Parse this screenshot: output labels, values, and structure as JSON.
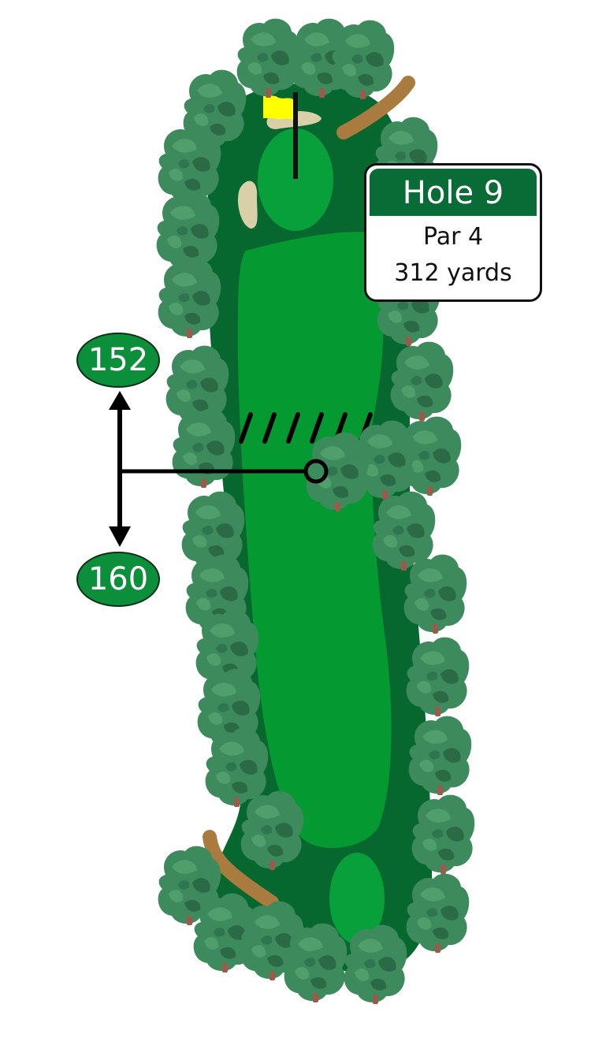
{
  "hole_card": {
    "title": "Hole 9",
    "par": "Par 4",
    "length": "312 yards"
  },
  "yardage_markers": {
    "upper": "152",
    "lower": "160"
  },
  "colors": {
    "rough": "#06682f",
    "fairway": "#059932",
    "green": "#07a03a",
    "bunker": "#d9cfa9",
    "cart_path": "#a97b3e",
    "tree_base": "#3d8a5c",
    "tree_light": "#4f9e6c",
    "tree_dark": "#2a6a45",
    "trunk": "#9a5a4c",
    "flag": "#ffff00",
    "card_header": "#096b35",
    "marker_fill": "#0c8f3a"
  },
  "icons": {
    "flag": "pin-flag-icon",
    "hazard_line": "hazard-hatch-icon",
    "target_point": "target-circle-icon",
    "arrow_up": "arrow-up-icon",
    "arrow_down": "arrow-down-icon"
  }
}
